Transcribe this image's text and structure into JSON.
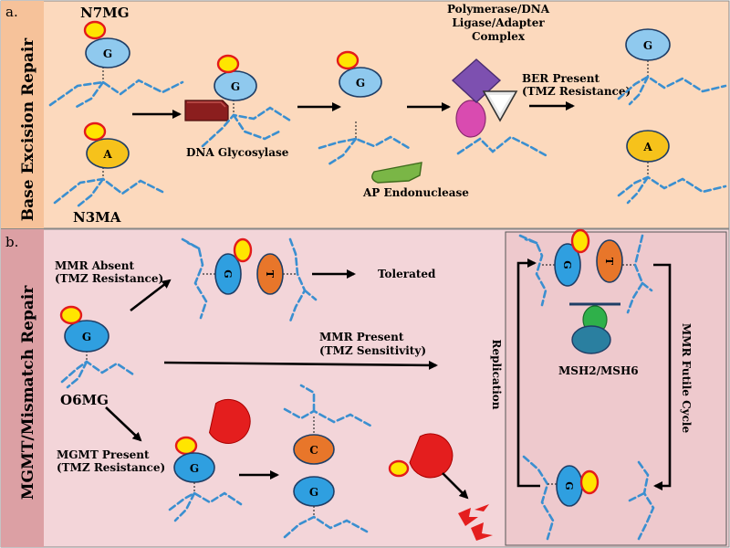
{
  "panel_a": {
    "letter": "a.",
    "side_label": "Base Excision Repair",
    "n7mg": "N7MG",
    "n3ma": "N3MA",
    "glycosylase": "DNA Glycosylase",
    "endonuclease": "AP Endonuclease",
    "complex_line1": "Polymerase/DNA",
    "complex_line2": "Ligase/Adapter",
    "complex_line3": "Complex",
    "ber_line1": "BER Present",
    "ber_line2": "(TMZ Resistance)",
    "base_g": "G",
    "base_a": "A",
    "colors": {
      "bg": "#fcd9bd",
      "side": "#f6c29a"
    }
  },
  "panel_b": {
    "letter": "b.",
    "side_label": "MGMT/Mismatch Repair",
    "mmr_absent_line1": "MMR Absent",
    "mmr_absent_line2": "(TMZ Resistance)",
    "tolerated": "Tolerated",
    "mmr_present_line1": "MMR Present",
    "mmr_present_line2": "(TMZ Sensitivity)",
    "o6mg": "O6MG",
    "mgmt_line1": "MGMT Present",
    "mgmt_line2": "(TMZ Resistance)",
    "replication": "Replication",
    "futile": "MMR Futile Cycle",
    "msh": "MSH2/MSH6",
    "base_g": "G",
    "base_t": "T",
    "base_c": "C",
    "colors": {
      "bg": "#f3d5d9",
      "side": "#dca0a4",
      "inner": "#eec9cd"
    }
  }
}
